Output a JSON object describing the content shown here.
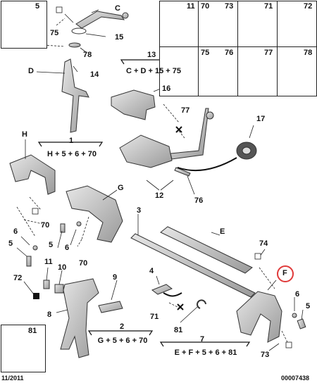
{
  "boxes": {
    "b5": "5",
    "b11": "11",
    "b70": "70",
    "b73": "73",
    "b71": "71",
    "b72": "72",
    "b75": "75",
    "b76": "76",
    "b77": "77",
    "b78": "78",
    "b81": "81"
  },
  "labels": {
    "C": "C",
    "n75": "75",
    "n15": "15",
    "n78": "78",
    "n14": "14",
    "D": "D",
    "n16": "16",
    "n77": "77",
    "n17": "17",
    "H": "H",
    "n1": "1",
    "n13": "13",
    "G": "G",
    "n12": "12",
    "n76": "76",
    "n70a": "70",
    "n6a": "6",
    "n5a": "5",
    "n5b": "5",
    "n6b": "6",
    "n3": "3",
    "E": "E",
    "n70b": "70",
    "n74": "74",
    "n11": "11",
    "n10": "10",
    "n9": "9",
    "n72": "72",
    "n4": "4",
    "F": "F",
    "n6c": "6",
    "n5c": "5",
    "n8": "8",
    "n71": "71",
    "n81": "81",
    "n2": "2",
    "n7": "7",
    "n73": "73"
  },
  "formulas": {
    "f13": "C + D + 15 + 75",
    "f1": "H + 5 + 6 + 70",
    "f2": "G + 5 + 6 + 70",
    "f7": "E + F + 5 + 6 + 81"
  },
  "footer": {
    "date": "11/2011",
    "ref": "00007438"
  },
  "colors": {
    "highlight": "#e03a3a",
    "part": "#bdbdbd",
    "outline": "#333333"
  }
}
